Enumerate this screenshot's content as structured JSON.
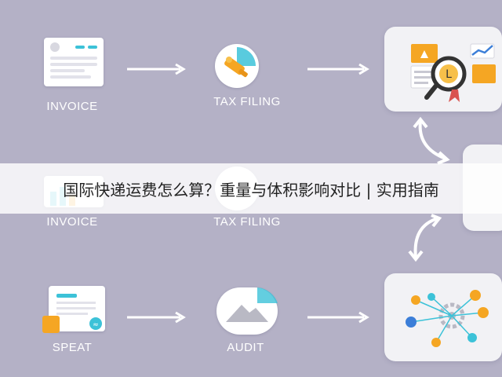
{
  "labels": {
    "invoice_top": "INVOICE",
    "tax_filing_top": "TAX FILING",
    "invoice_mid": "INVOICE",
    "tax_filing_mid": "TAX FILING",
    "speat": "SPEAT",
    "audit": "AUDIT"
  },
  "banner": {
    "title": "国际快递运费怎么算？重量与体积影响对比 | 实用指南"
  },
  "colors": {
    "background": "#b4b1c6",
    "card": "#f2f2f5",
    "accent_teal": "#3cc2d8",
    "accent_orange": "#f5a623",
    "arrow": "#ffffff"
  },
  "icons": {
    "invoice": "invoice-document-icon",
    "tax_filing": "tax-filing-stamp-icon",
    "analysis": "magnifier-analysis-icon",
    "speat": "speat-document-icon",
    "audit": "mountain-image-icon",
    "network": "gear-network-icon"
  }
}
